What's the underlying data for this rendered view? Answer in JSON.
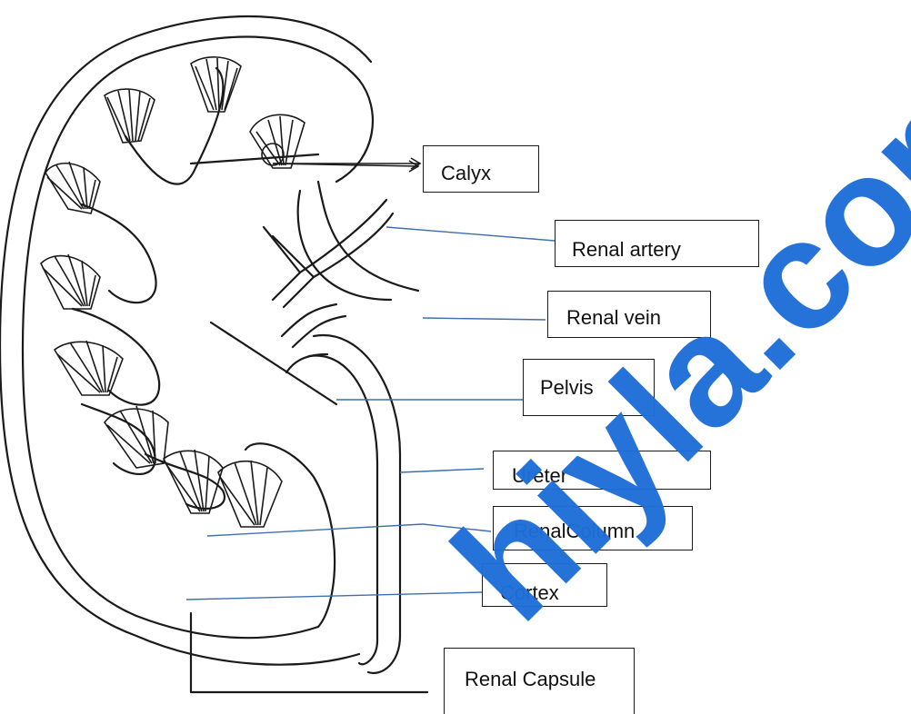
{
  "labels": {
    "calyx": "Calyx",
    "renal_artery": "Renal artery",
    "renal_vein": "Renal vein",
    "pelvis": "Pelvis",
    "ureter": "Ureter",
    "renal_column": "RenalColumn",
    "cortex": "Cortex",
    "renal_capsule": "Renal Capsule"
  },
  "watermark": "hiyla.com",
  "colors": {
    "ink": "#1a1a1a",
    "leader": "#3d6fb0",
    "watermark": "#1e6fd8"
  }
}
